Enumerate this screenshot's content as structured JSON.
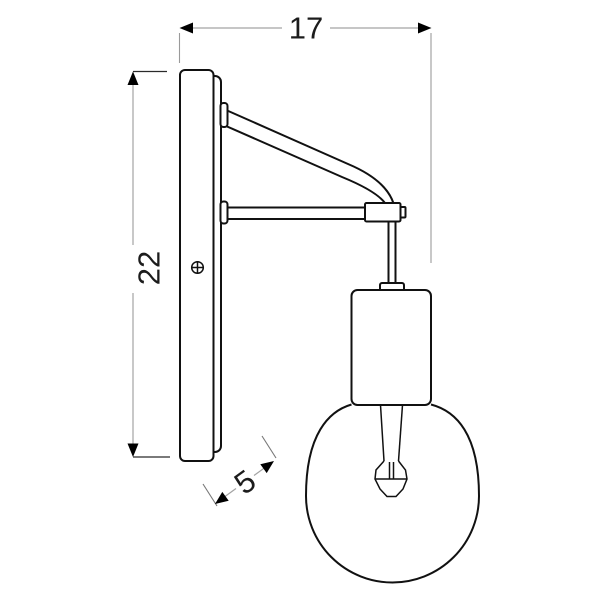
{
  "diagram": {
    "type": "technical-drawing",
    "subject": "wall-lamp-side-view",
    "dimensions": {
      "width": {
        "value": "17"
      },
      "height": {
        "value": "22"
      },
      "depth": {
        "value": "5"
      }
    },
    "parts": {
      "wall_plate": "mounting back plate",
      "screw": "phillips screw",
      "upper_arm": "diagonal support tube",
      "lower_arm": "horizontal support tube",
      "socket": "cylindrical lamp holder",
      "bulb": "globe filament bulb"
    },
    "colors": {
      "background": "#ffffff",
      "outline": "#111111",
      "dimension_line": "#a3a3a3",
      "arrow": "#000000",
      "text": "#1c1c1c"
    }
  }
}
